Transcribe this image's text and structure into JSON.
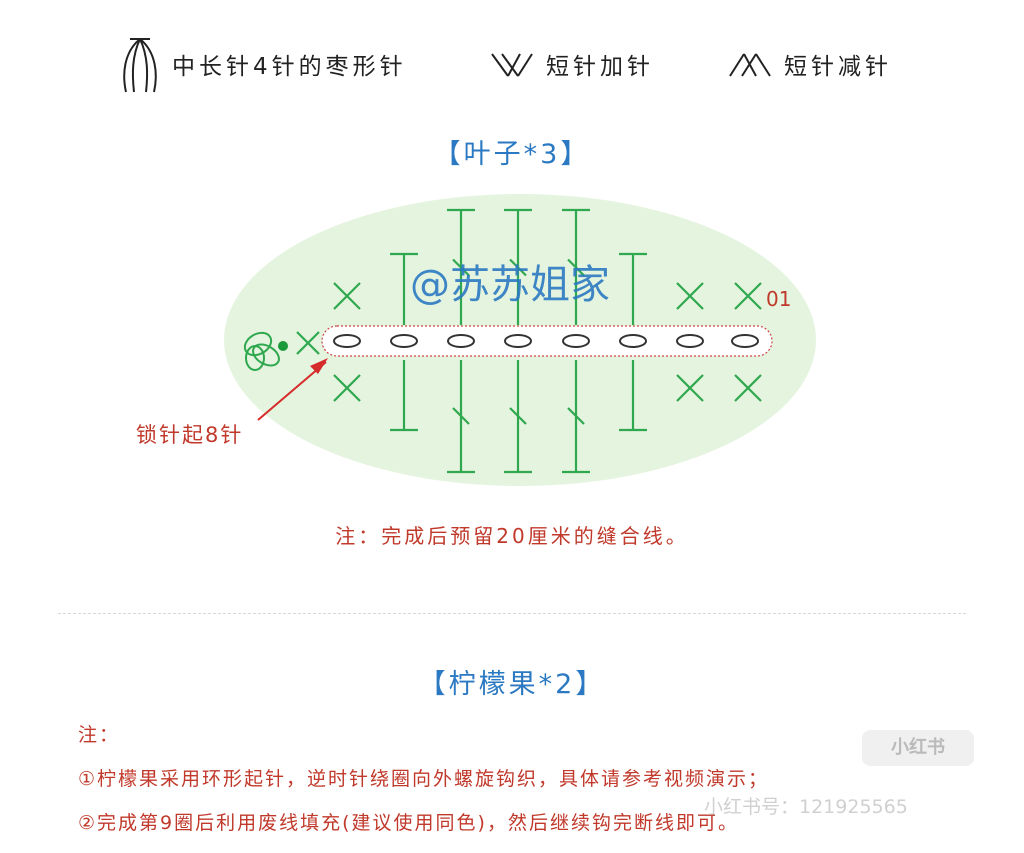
{
  "legend": [
    {
      "icon": "puff-stitch-icon",
      "label": "中长针4针的枣形针"
    },
    {
      "icon": "sc-increase-icon",
      "label": "短针加针"
    },
    {
      "icon": "sc-decrease-icon",
      "label": "短针减针"
    }
  ],
  "leaf": {
    "title": "【叶子*3】",
    "watermark": "@苏苏姐家",
    "round_label": "01",
    "chain_callout": "锁针起8针",
    "note": "注：完成后预留20厘米的缝合线。"
  },
  "lemon": {
    "title": "【柠檬果*2】",
    "note_heading": "注：",
    "notes": [
      "①柠檬果采用环形起针，逆时针绕圈向外螺旋钩织，具体请参考视频演示；",
      "②完成第9圈后利用废线填充(建议使用同色)，然后继续钩完断线即可。"
    ]
  },
  "watermarks": {
    "brand": "小红书",
    "user_id": "小红书号：121925565"
  },
  "colors": {
    "title": "#2b79c2",
    "symbol": "#2fa84f",
    "note": "#c0392b",
    "ellipse": "#e4f4de"
  }
}
